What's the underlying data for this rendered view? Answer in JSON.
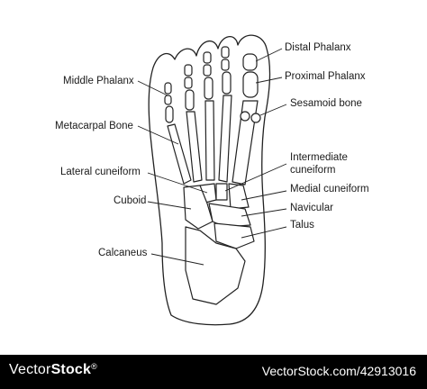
{
  "labels": {
    "distal_phalanx": "Distal Phalanx",
    "proximal_phalanx": "Proximal Phalanx",
    "middle_phalanx": "Middle Phalanx",
    "sesamoid_bone": "Sesamoid bone",
    "metacarpal_bone": "Metacarpal Bone",
    "intermediate_cuneiform": [
      "Intermediate",
      "cuneiform"
    ],
    "lateral_cuneiform": "Lateral cuneiform",
    "medial_cuneiform": "Medial cuneiform",
    "cuboid": "Cuboid",
    "navicular": "Navicular",
    "talus": "Talus",
    "calcaneus": "Calcaneus"
  },
  "watermark": {
    "logo_prefix": "Vector",
    "logo_suffix": "Stock",
    "registered": "®",
    "image_id": "VectorStock.com/42913016"
  },
  "colors": {
    "line": "#222222",
    "footer": "#000000"
  }
}
